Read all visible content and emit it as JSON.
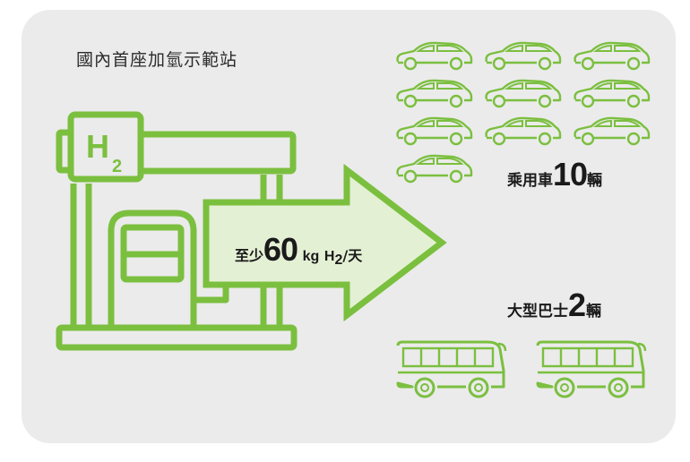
{
  "title": "國內首座加氫示範站",
  "station": {
    "h2_symbol": "H",
    "h2_sub": "2"
  },
  "flow": {
    "prefix": "至少",
    "value": "60",
    "unit": "kg",
    "gas": "H",
    "gas_sub": "2",
    "suffix": "/天"
  },
  "cars": {
    "count": 10,
    "label_prefix": "乘用車",
    "count_text": "10",
    "label_suffix": "輛"
  },
  "buses": {
    "count": 2,
    "label_prefix": "大型巴士",
    "count_text": "2",
    "label_suffix": "輛"
  },
  "colors": {
    "green": "#7bbf3f",
    "arrow_fill": "#e4f0d4",
    "card": "#ebebeb"
  }
}
